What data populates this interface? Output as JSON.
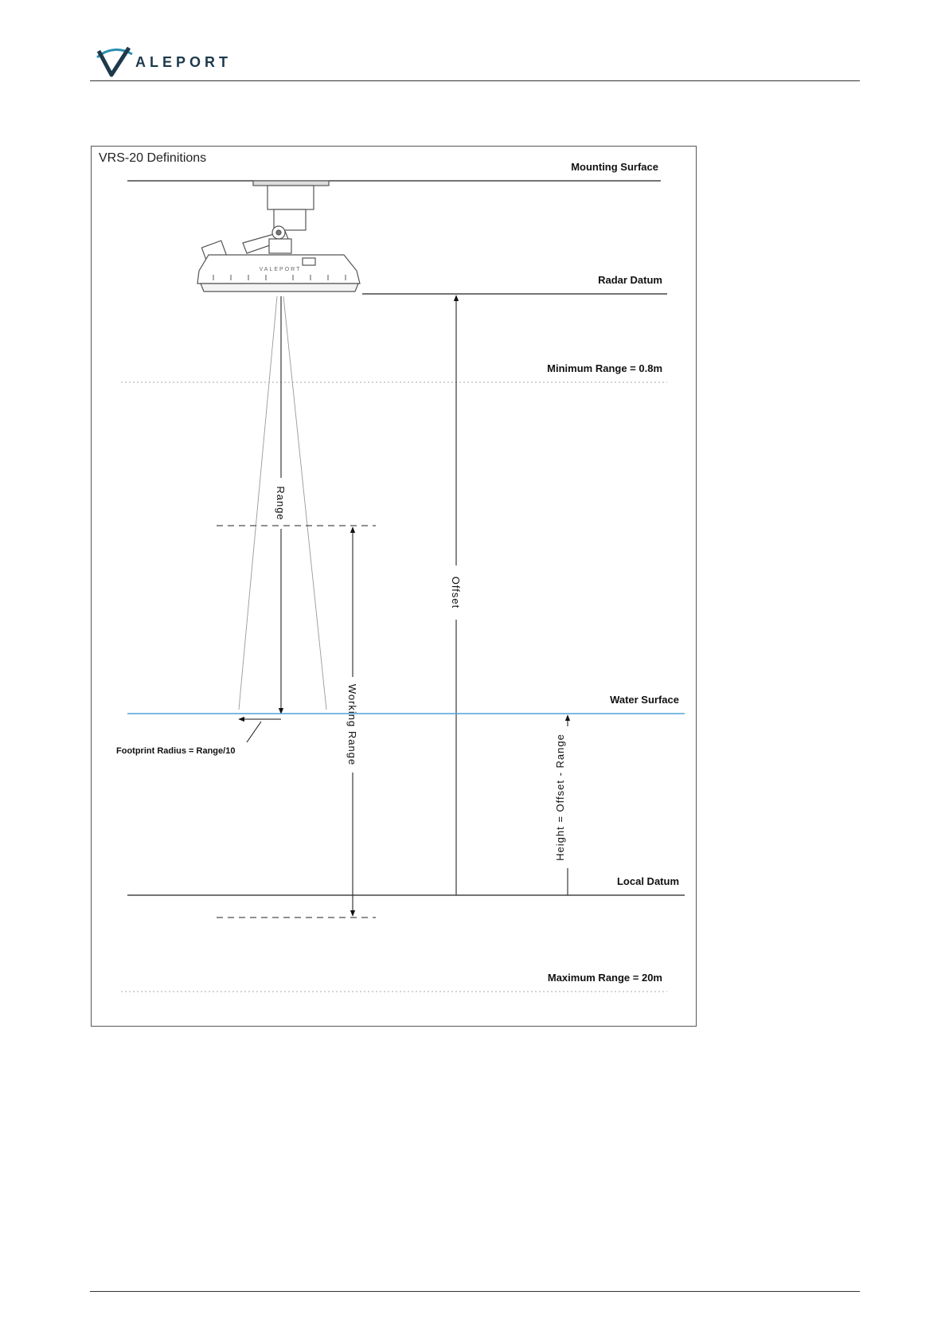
{
  "header": {
    "logo_text": "ALEPORT",
    "colors": {
      "logo_mark": "#1d3a4c",
      "logo_swoosh": "#2a8fb0"
    }
  },
  "figure": {
    "title": "VRS-20 Definitions",
    "levels": {
      "mounting_surface": "Mounting Surface",
      "radar_datum": "Radar Datum",
      "minimum_range": "Minimum Range = 0.8m",
      "water_surface": "Water Surface",
      "local_datum": "Local Datum",
      "maximum_range": "Maximum Range = 20m"
    },
    "dimensions": {
      "range": "Range",
      "offset": "Offset",
      "working_range": "Working Range",
      "height": "Height = Offset - Range",
      "footprint": "Footprint Radius = Range/10"
    },
    "sensor_label": "VALEPORT",
    "colors": {
      "water_line": "#4fa3d6",
      "lines": "#222222",
      "dotted": "#aaaaaa"
    }
  }
}
